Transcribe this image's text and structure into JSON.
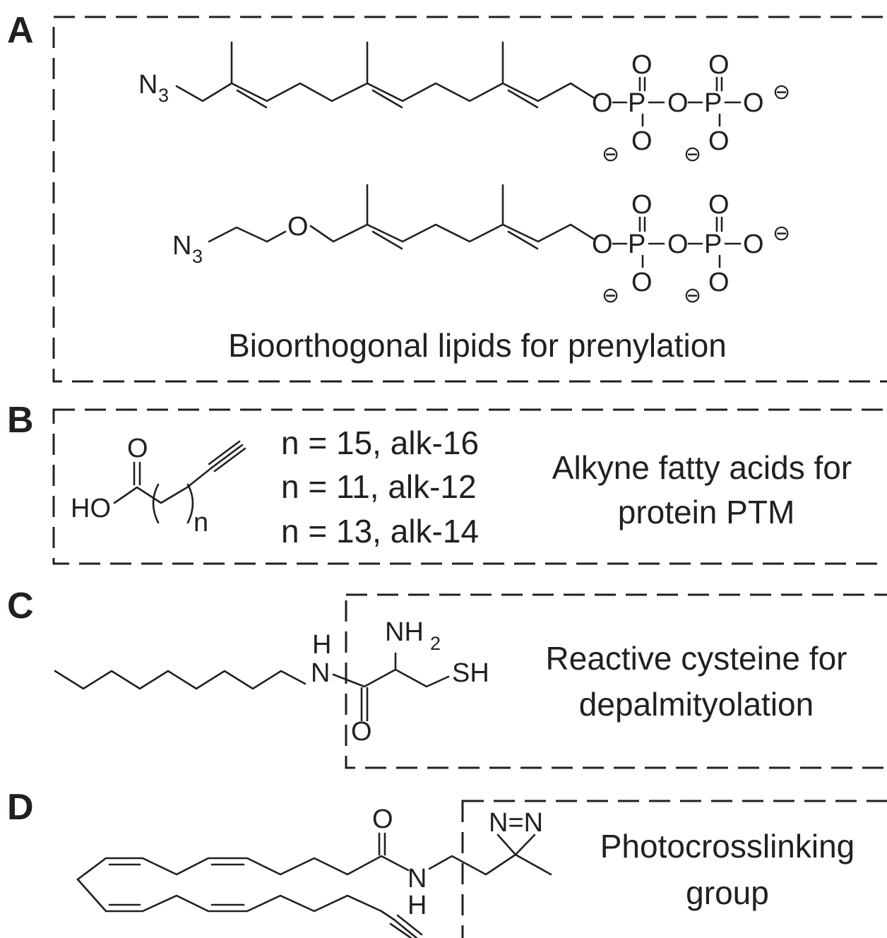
{
  "panels": {
    "a": {
      "letter": "A",
      "caption": "Bioorthogonal lipids for prenylation",
      "highlight_color": "#d6bcdd",
      "mol1": {
        "azide": "N",
        "azide_sub": "3",
        "phosphate_atoms": [
          "O",
          "P",
          "O",
          "P",
          "O",
          "O",
          "O",
          "O",
          "O"
        ],
        "charge": "⊖"
      },
      "mol2": {
        "azide": "N",
        "azide_sub": "3",
        "ether_o": "O",
        "phosphate_atoms": [
          "O",
          "P",
          "O",
          "P",
          "O",
          "O",
          "O",
          "O",
          "O"
        ],
        "charge": "⊖"
      }
    },
    "b": {
      "letter": "B",
      "highlight_color": "#f6c5c3",
      "ho": "HO",
      "carbonyl_o": "O",
      "n": "n",
      "variants": [
        "n = 15, alk-16",
        "n = 11, alk-12",
        "n = 13, alk-14"
      ],
      "caption_lines": [
        "Alkyne fatty acids for",
        "protein PTM"
      ]
    },
    "c": {
      "letter": "C",
      "highlight_color": "#c0cbe8",
      "nh_h": "H",
      "nh_n": "N",
      "amine": "NH",
      "amine_sub": "2",
      "thiol": "SH",
      "carbonyl_o": "O",
      "caption_lines": [
        "Reactive cysteine for",
        "depalmityolation"
      ]
    },
    "d": {
      "letter": "D",
      "highlight_color": "#fde6c8",
      "carbonyl_o": "O",
      "amide_n": "N",
      "amide_h": "H",
      "diazirine": "N=N",
      "caption_lines": [
        "Photocrosslinking",
        "group"
      ]
    }
  }
}
